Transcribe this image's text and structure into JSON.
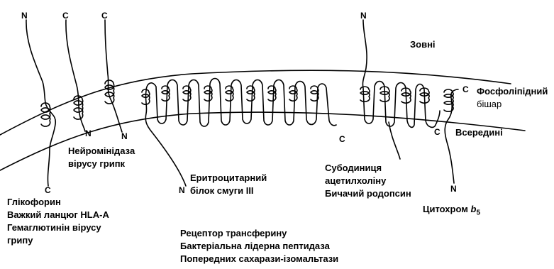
{
  "regions": {
    "outside": "Зовні",
    "inside": "Всередині",
    "bilayer": [
      "Фосфоліпідний",
      "бішар"
    ]
  },
  "proteins": {
    "glycophorin_group": [
      "Глікофорин",
      "Важкий ланцюг HLA-A",
      "Гемаглютинін вірусу",
      "грипу"
    ],
    "neuraminidase": [
      "Нейромінідаза",
      "вірусу грипк"
    ],
    "band3": [
      "Еритроцитарний",
      "білок смуги III"
    ],
    "transferrin_group": [
      "Рецептор трансферину",
      "Бактеріальна лідерна пептидаза",
      "Попередних сахарази-ізомальтази"
    ],
    "acetylcholine_group": [
      "Субодиниця",
      "ацетилхоліну",
      "Бичачий родопсин"
    ],
    "cytochrome": {
      "name": "Цитохром ",
      "italic": "b",
      "sub": "5"
    }
  },
  "termini": {
    "n": "N",
    "c": "C"
  }
}
